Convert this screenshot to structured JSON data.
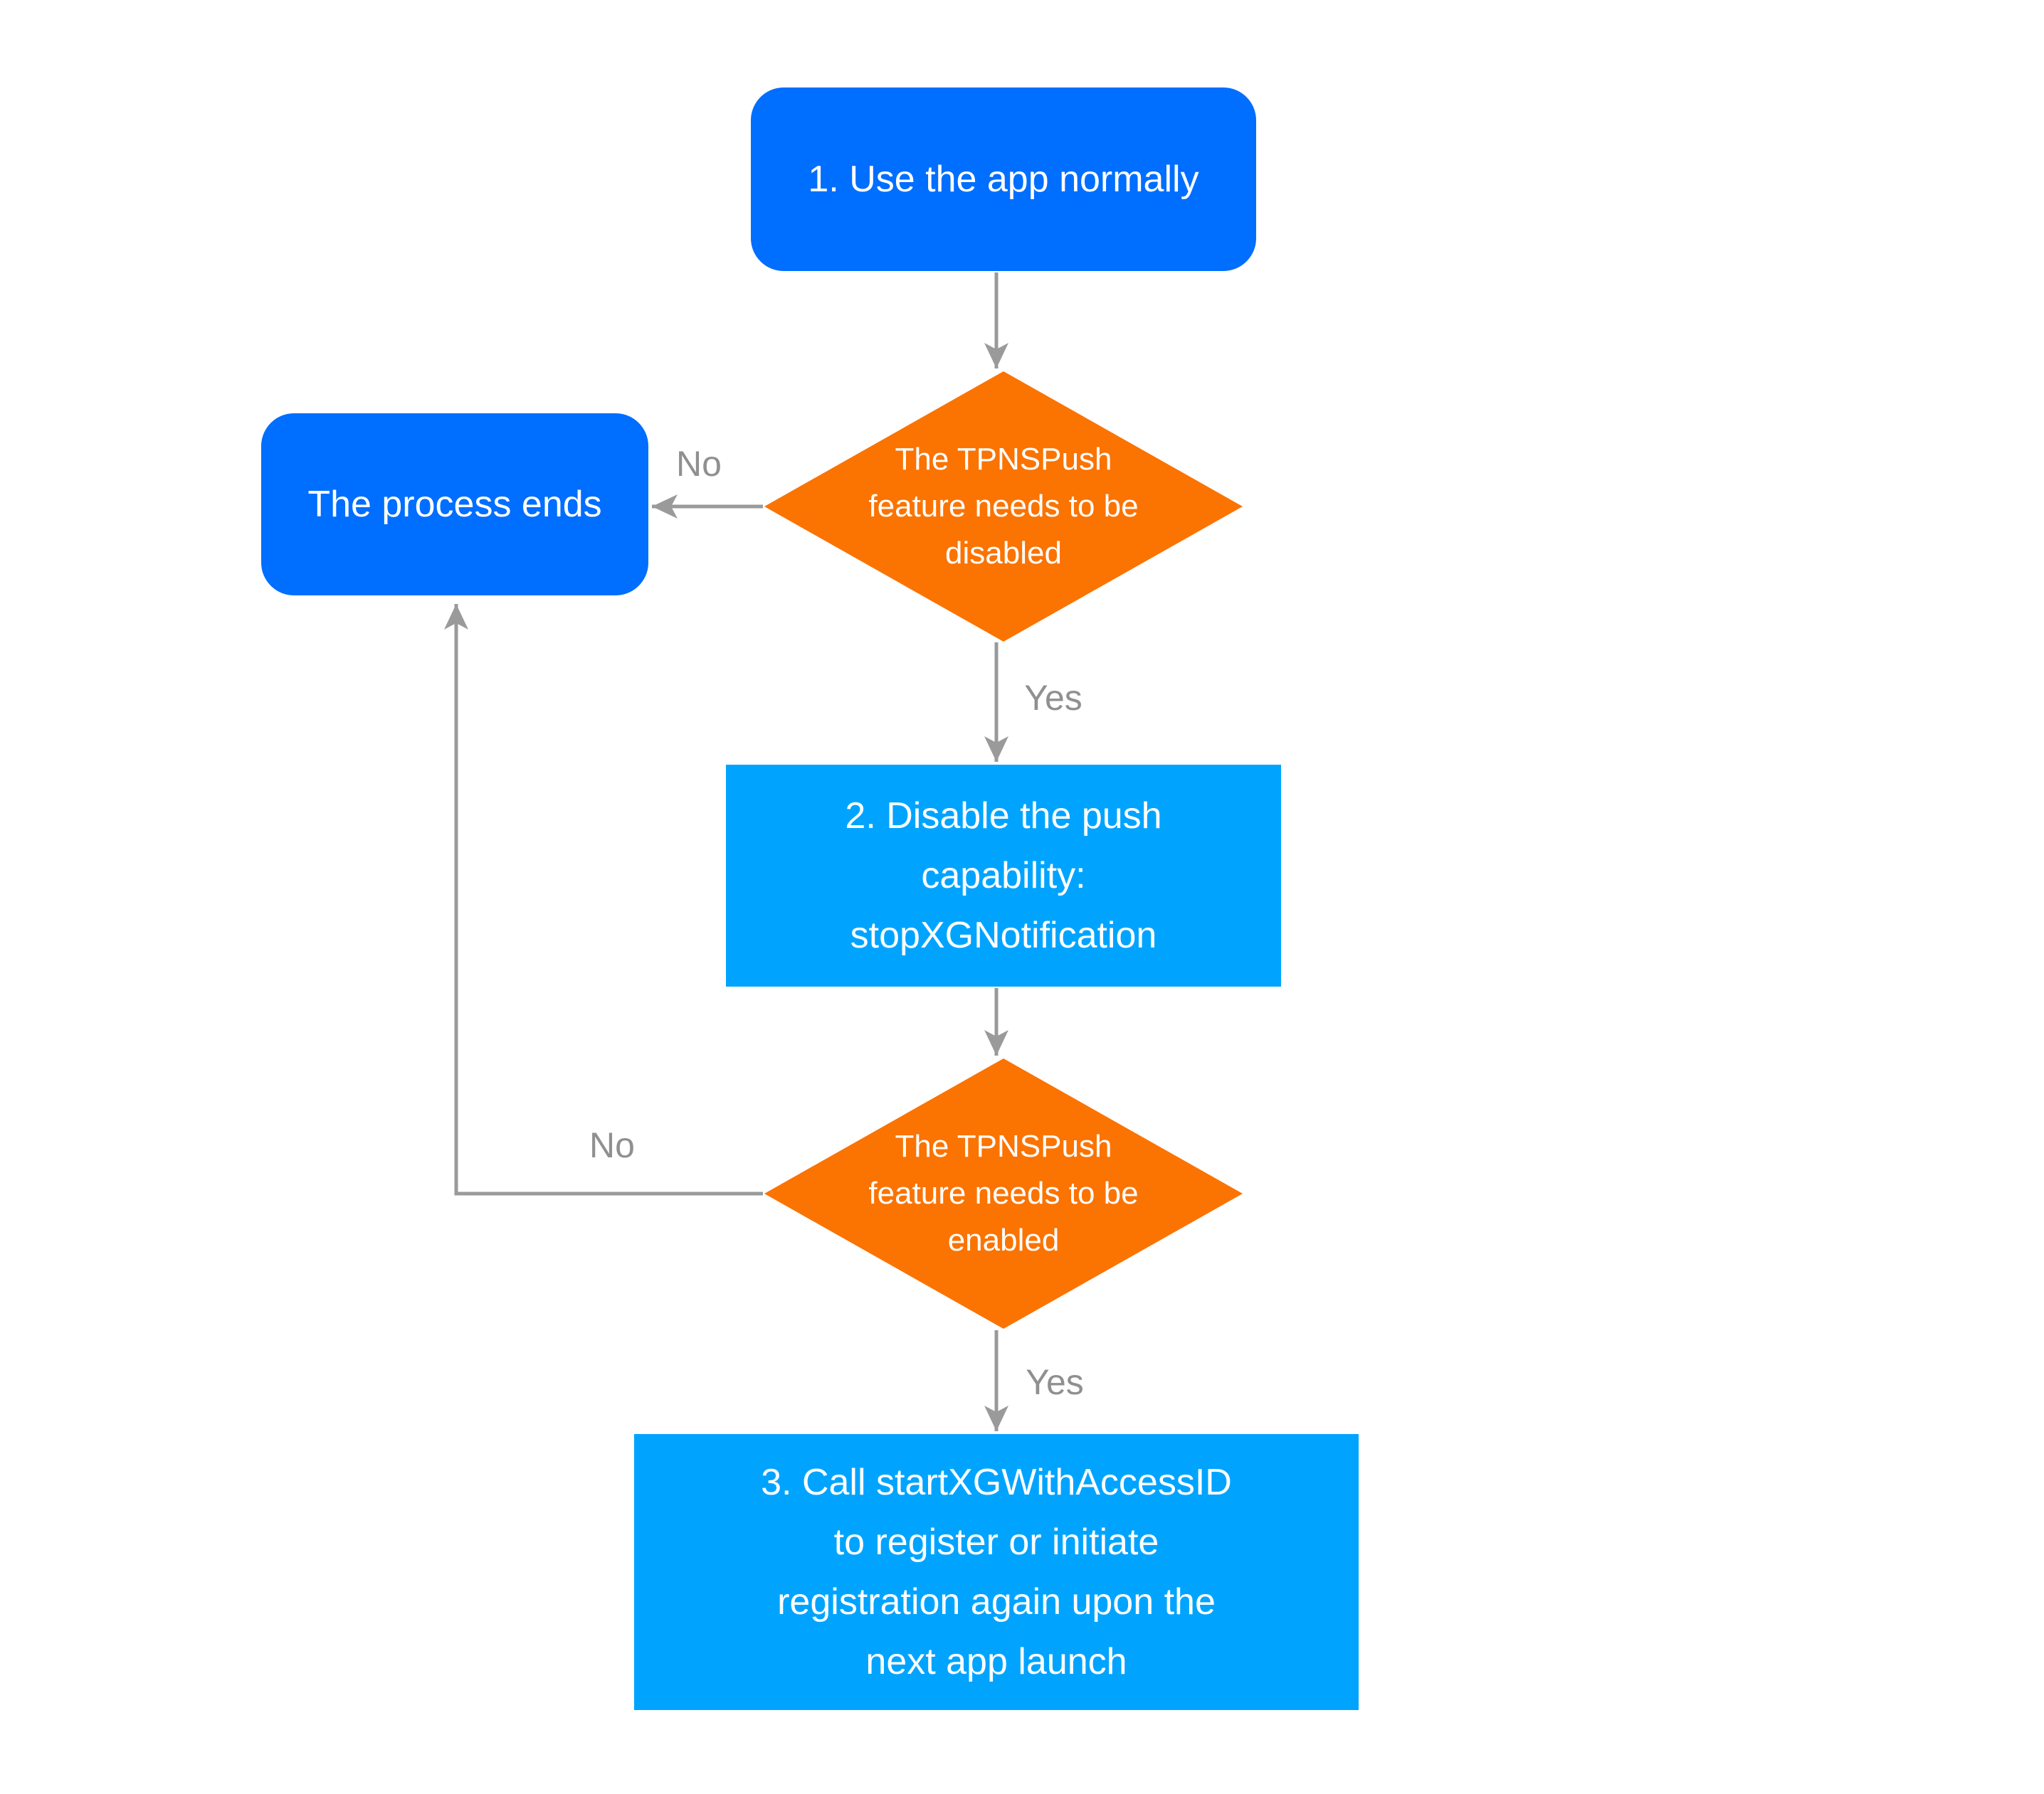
{
  "diagram": {
    "background": "#FFFFFF",
    "colors": {
      "background": "#FFFFFF",
      "primary_blue": "#006EFF",
      "light_blue": "#00A4FF",
      "orange": "#FB7300",
      "arrow_gray": "#9A9A9A",
      "label_gray": "#909090",
      "text_white": "#FFFFFF"
    },
    "nodes": {
      "step1": {
        "type": "rounded-rect",
        "lines": [
          "1. Use the app normally"
        ]
      },
      "decision1": {
        "type": "diamond",
        "lines": [
          "The TPNSPush",
          "feature needs to be",
          "disabled"
        ]
      },
      "process_ends": {
        "type": "rounded-rect",
        "lines": [
          "The process ends"
        ]
      },
      "step2": {
        "type": "rect",
        "lines": [
          "2. Disable the push",
          "capability:",
          "stopXGNotification"
        ]
      },
      "decision2": {
        "type": "diamond",
        "lines": [
          "The TPNSPush",
          "feature needs to be",
          "enabled"
        ]
      },
      "step3": {
        "type": "rect",
        "lines": [
          "3. Call startXGWithAccessID",
          "to register or initiate",
          "registration again upon the",
          "next app launch"
        ]
      }
    },
    "edge_labels": {
      "no1": "No",
      "yes1": "Yes",
      "no2": "No",
      "yes2": "Yes"
    }
  }
}
